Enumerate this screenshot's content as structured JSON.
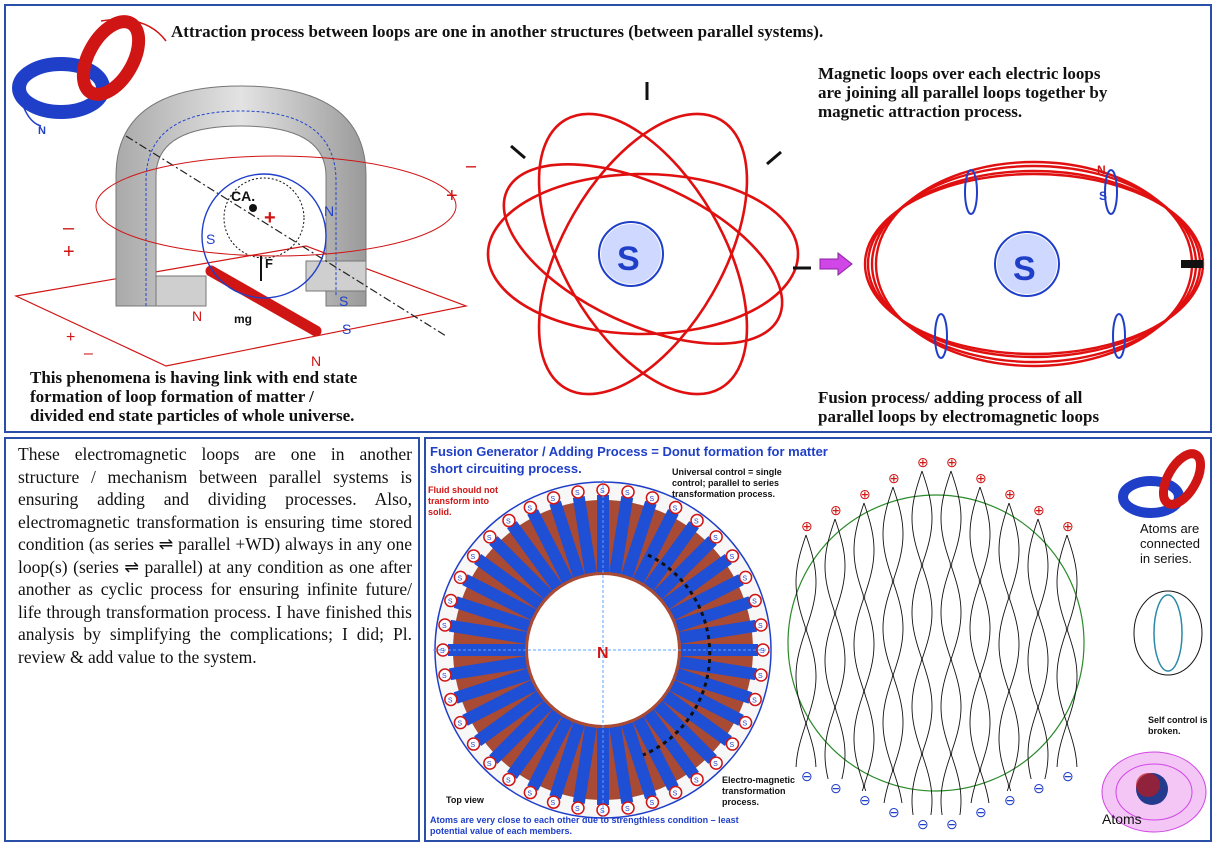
{
  "top": {
    "title": "Attraction process between loops are one in another structures (between parallel systems).",
    "magnet_caption": [
      "This phenomena is having link with end state",
      "formation of loop formation of matter /",
      "divided end state particles of whole universe."
    ],
    "right_caption_top": [
      "Magnetic loops over each  electric loops",
      "are joining all parallel loops together by",
      "magnetic attraction process."
    ],
    "right_caption_bottom": [
      "Fusion process/ adding process of all",
      "parallel loops by electromagnetic loops"
    ],
    "labels": {
      "s": "S",
      "n": "N",
      "ca": "CA.",
      "f": "F",
      "mg": "mg",
      "plus": "+",
      "minus": "–",
      "nucleus": "S"
    }
  },
  "bottom": {
    "paragraph": "These electromagnetic loops are one in another structure / mechanism between parallel systems is ensuring adding and dividing processes. Also, electromagnetic transformation is ensuring time stored condition (as series ⇌ parallel +WD) always in any one loop(s) (series ⇌ parallel) at any condition as one after another as cyclic process for ensuring infinite future/ life through transformation process. I have finished this analysis by simplifying the complications; I did; Pl. review & add value to the system.",
    "generator_title": "Fusion Generator / Adding Process = Donut formation for matter short circuiting process.",
    "fluid_note": "Fluid should not transform into solid.",
    "universal_control": "Universal control = single control; parallel to series transformation process.",
    "center_label": "N",
    "top_view": "Top view",
    "em_transformation": "Electro-magnetic transformation process.",
    "atoms_bottom_note": "Atoms are very close to each other due to strengthless condition – least potential value of each members.",
    "atoms_series": "Atoms are connected in series.",
    "self_control": "Self control is broken.",
    "atoms_label": "Atoms",
    "spoke_label": "S",
    "plus_sym": "⊕",
    "minus_sym": "⊖"
  }
}
